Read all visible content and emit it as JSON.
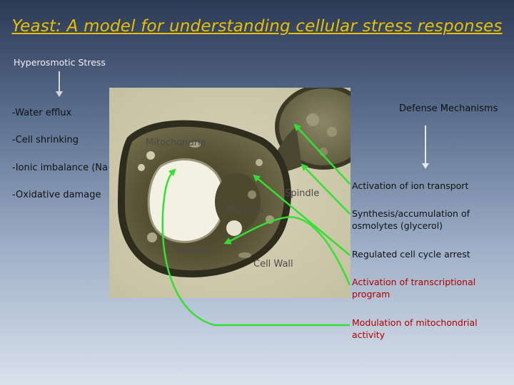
{
  "title": "Yeast: A model for understanding cellular stress responses",
  "hyperosmotic_stress": "Hyperosmotic Stress",
  "stress_effects": [
    "-Water efflux",
    "-Cell shrinking",
    "-Ionic imbalance (Na+)",
    "-Oxidative damage"
  ],
  "defense_title": "Defense Mechanisms",
  "defense_mechanisms": [
    "Activation of ion transport",
    "Synthesis/accumulation of osmolytes (glycerol)",
    "Regulated cell cycle arrest",
    "Activation of transcriptional program",
    "Modulation of mitochondrial activity"
  ],
  "cell_labels": {
    "mitochondria": "Mitochondria",
    "spindle": "Spindle",
    "nucleus": "Nucleus",
    "vacuole": "Vacuole",
    "cell_wall": "Cell Wall"
  },
  "colors": {
    "title": "#e8c000",
    "arrow_green": "#33e033",
    "highlight_text": "#b00000"
  }
}
